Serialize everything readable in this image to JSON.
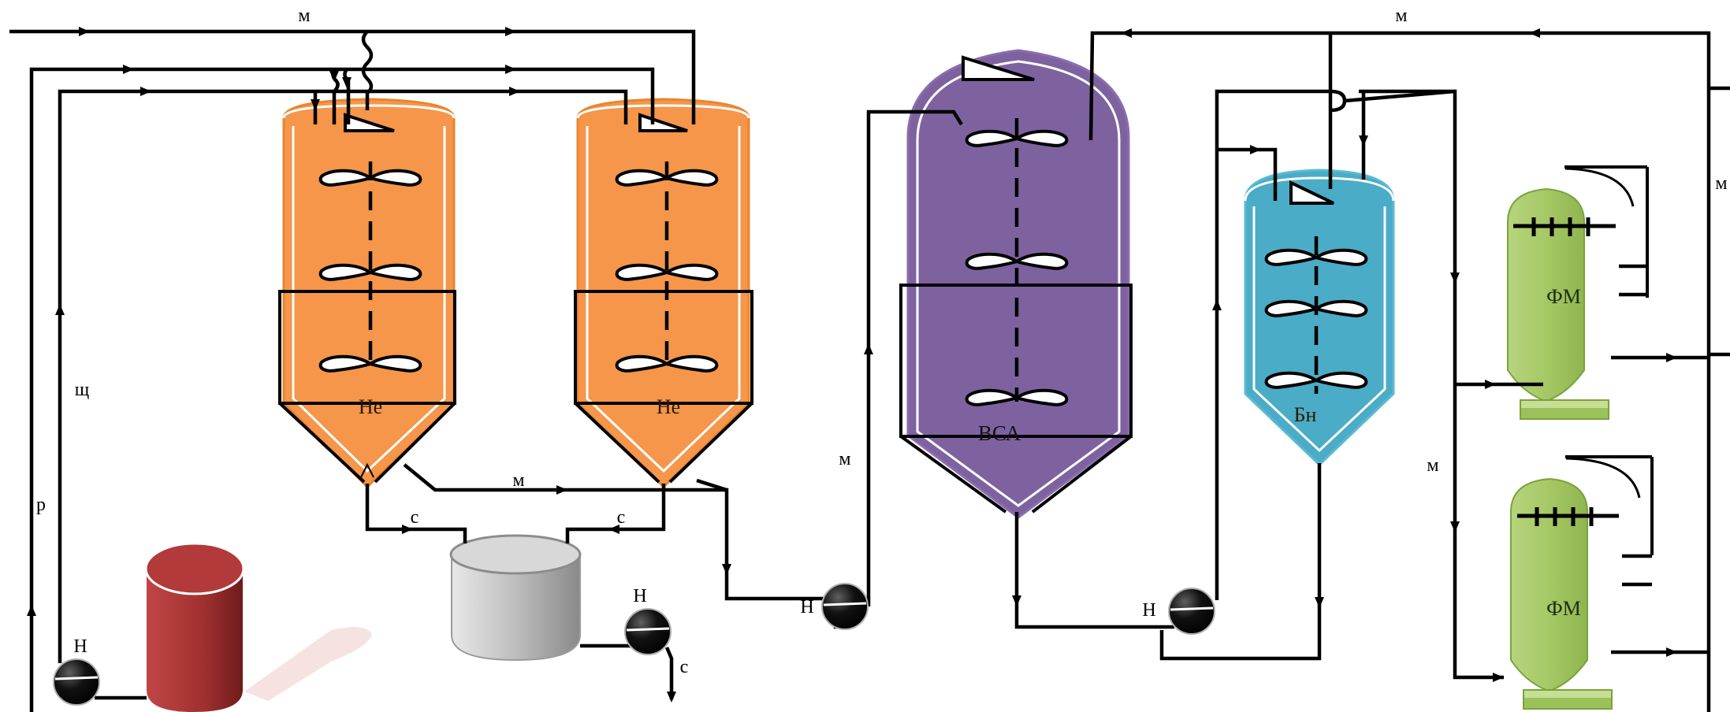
{
  "colors": {
    "neutralizer": "#f5964a",
    "neutralizer_edge": "#e8852f",
    "vsa": "#7e62a0",
    "vsa_edge": "#8a6dae",
    "blender": "#4aacc6",
    "blender_edge": "#5cbad3",
    "filter": "#9bc25a",
    "filter_light": "#c6de95",
    "pump": "#0e0e0e",
    "caustic_tank": "#a83030",
    "settler": "#bdbdbd"
  },
  "units": {
    "neutralizer_1": {
      "label": "Не"
    },
    "neutralizer_2": {
      "label": "Не"
    },
    "vsa": {
      "label": "ВСА"
    },
    "blender": {
      "label": "Бн"
    },
    "filter_1": {
      "label": "ФМ"
    },
    "filter_2": {
      "label": "ФМ"
    }
  },
  "pumps": {
    "pump_1": {
      "label": "Н"
    },
    "pump_2": {
      "label": "Н"
    },
    "pump_3": {
      "label": "Н"
    },
    "pump_4": {
      "label": "Н"
    }
  },
  "streams": {
    "oil_top_left": "м",
    "oil_top_right": "м",
    "oil_right_edge": "м",
    "oil_between_neutralizers": "м",
    "oil_to_vsa": "м",
    "oil_to_filters": "м",
    "alkali": "щ",
    "solution": "р",
    "soapstock_1": "с",
    "soapstock_2": "с",
    "soapstock_out": "с"
  }
}
